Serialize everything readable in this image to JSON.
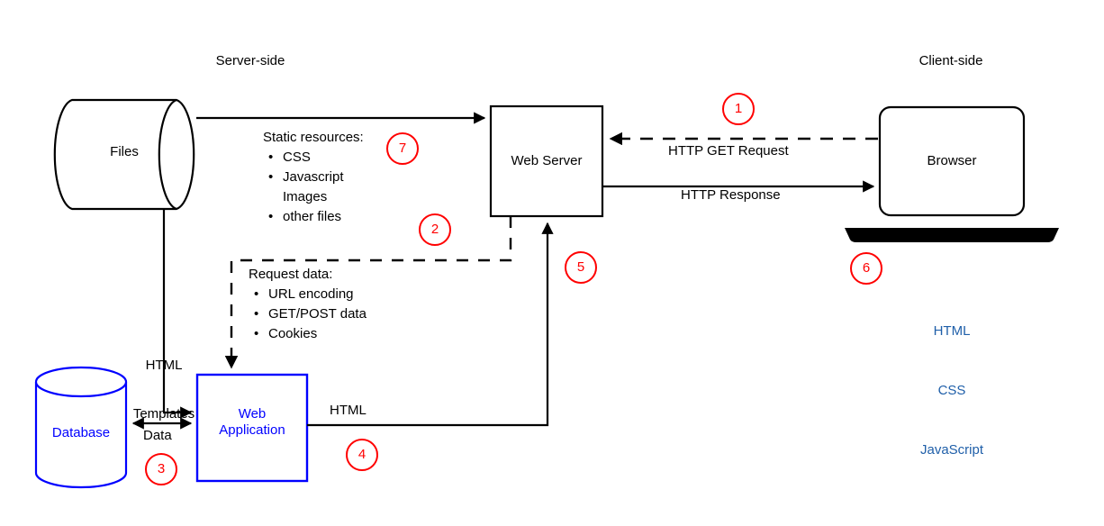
{
  "diagram": {
    "title_left": "Server-side",
    "title_right": "Client-side",
    "nodes": {
      "files": {
        "label": "Files",
        "shape": "cylinder-horizontal",
        "color": "#000000"
      },
      "database": {
        "label": "Database",
        "shape": "cylinder-vertical",
        "color": "#0000ff"
      },
      "web_application": {
        "label_line1": "Web",
        "label_line2": "Application",
        "shape": "rect",
        "color": "#0000ff"
      },
      "web_server": {
        "label": "Web Server",
        "shape": "rect",
        "color": "#000000"
      },
      "browser": {
        "label": "Browser",
        "shape": "laptop",
        "color": "#000000"
      }
    },
    "edges": {
      "static_resources_title": "Static resources:",
      "static_resources_items": [
        "CSS",
        "Javascript",
        "Images",
        "other files"
      ],
      "request_data_title": "Request data:",
      "request_data_items": [
        "URL encoding",
        "GET/POST data",
        "Cookies"
      ],
      "html_templates_line1": "HTML",
      "html_templates_line2": "Templates",
      "data_label": "Data",
      "html_label": "HTML",
      "http_get_request": "HTTP GET Request",
      "http_response": "HTTP Response"
    },
    "client_stack": [
      "HTML",
      "CSS",
      "JavaScript"
    ],
    "step_markers": [
      {
        "n": "1"
      },
      {
        "n": "2"
      },
      {
        "n": "3"
      },
      {
        "n": "4"
      },
      {
        "n": "5"
      },
      {
        "n": "6"
      },
      {
        "n": "7"
      }
    ],
    "colors": {
      "marker": "#ff0000",
      "blue": "#0000ff",
      "client_text": "#1f5fa9",
      "stroke": "#000000"
    }
  }
}
